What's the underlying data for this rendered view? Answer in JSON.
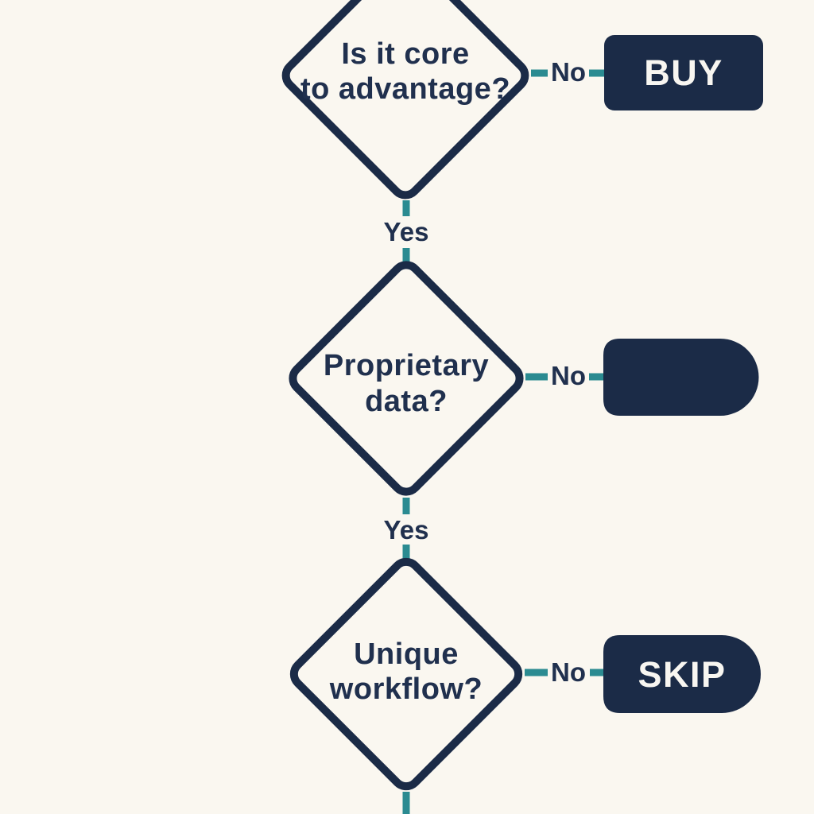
{
  "palette": {
    "background": "#faf7f0",
    "node_navy": "#1b2b47",
    "connector_teal": "#2b8b91",
    "label_navy": "#20304e",
    "terminal_text": "#f8f6f1"
  },
  "flowchart": {
    "decisions": [
      {
        "question_line1": "Is it core",
        "question_line2": "to advantage?",
        "no_label": "No",
        "yes_label": "Yes"
      },
      {
        "question_line1": "Proprietary",
        "question_line2": "data?",
        "no_label": "No",
        "yes_label": "Yes"
      },
      {
        "question_line1": "Unique",
        "question_line2": "workflow?",
        "no_label": "No"
      }
    ],
    "terminals": [
      {
        "label": "BUY"
      },
      {
        "label": ""
      },
      {
        "label": "SKIP"
      }
    ]
  }
}
